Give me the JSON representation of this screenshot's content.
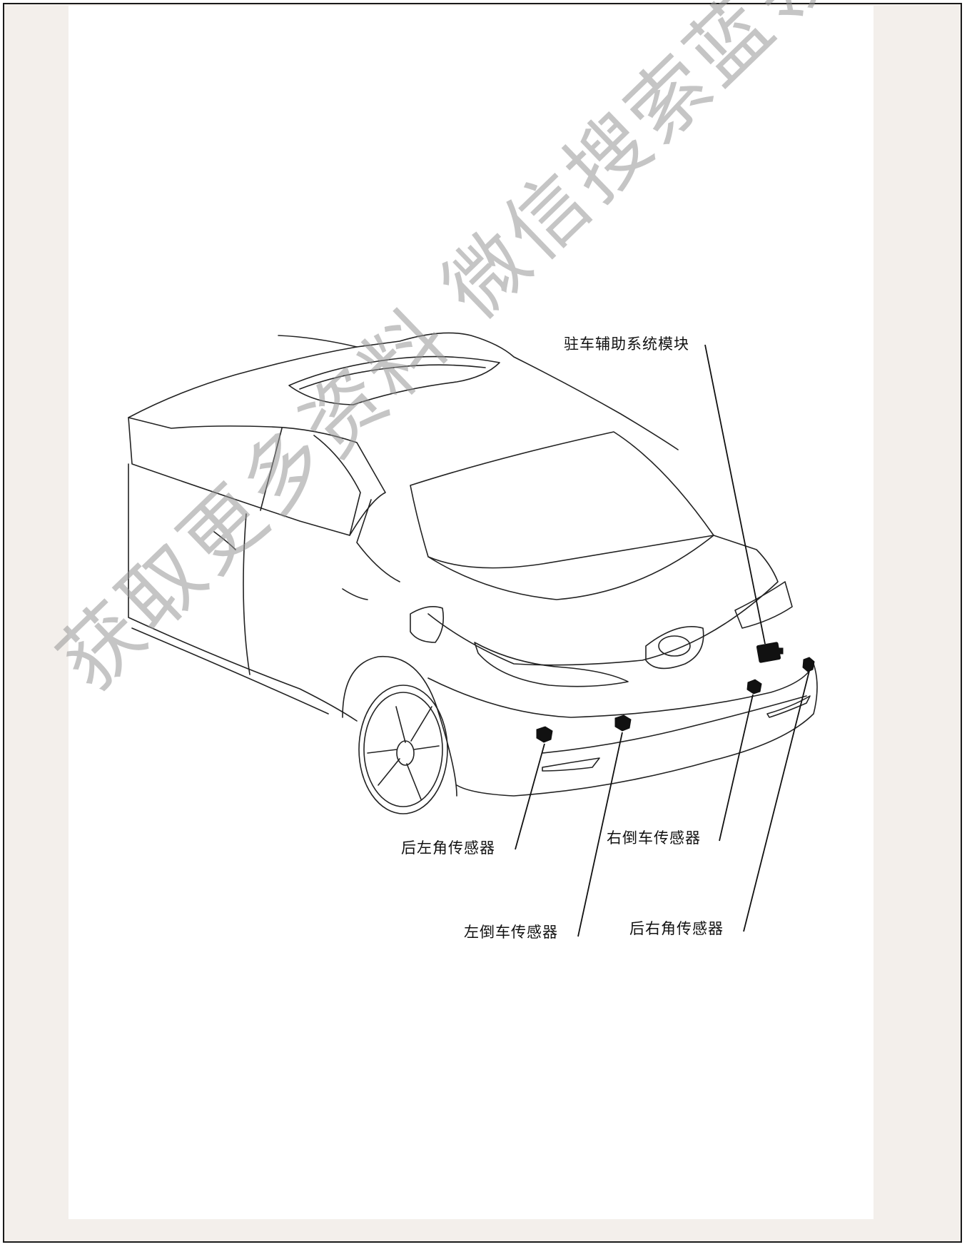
{
  "labels": {
    "module": "驻车辅助系统模块",
    "rear_left_corner": "后左角传感器",
    "right_reverse": "右倒车传感器",
    "left_reverse": "左倒车传感器",
    "rear_right_corner": "后右角传感器"
  },
  "watermark": "获取更多资料 微信搜索蓝领星球"
}
